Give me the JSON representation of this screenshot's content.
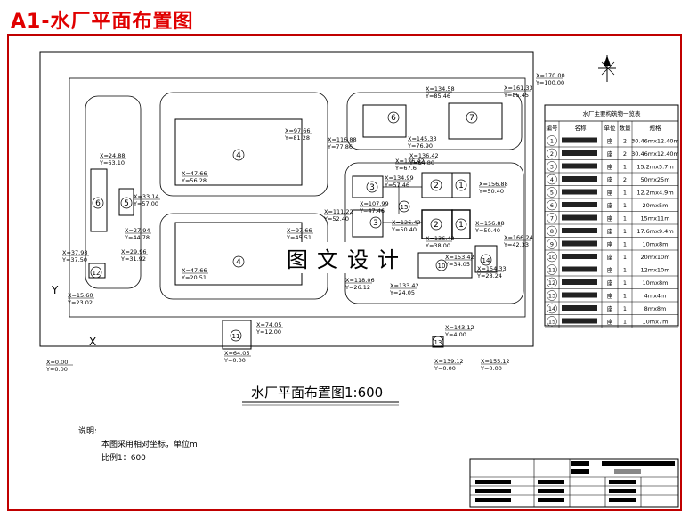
{
  "title": "A1-水厂平面布置图",
  "watermark": "图文设计",
  "drawing_title": "水厂平面布置图1:600",
  "notes": {
    "heading": "说明:",
    "line1": "本图采用相对坐标，单位m",
    "line2": "比例1：600"
  },
  "coords": [
    "X=170.00",
    "Y=100.00",
    "X=134.58",
    "Y=85.46",
    "X=161.33",
    "Y=85.45",
    "X=97.66",
    "Y=81.28",
    "X=116.88",
    "Y=77.86",
    "X=145.33",
    "Y=76.90",
    "X=24.88",
    "Y=63.10",
    "X=47.66",
    "Y=56.28",
    "X=136.42",
    "Y=64.80",
    "X=126.42",
    "Y=67.6",
    "X=134.99",
    "Y=57.46",
    "X=156.88",
    "Y=50.40",
    "X=33.14",
    "Y=57.00",
    "X=107.99",
    "Y=47.46",
    "X=111.22",
    "Y=52.40",
    "X=126.42",
    "Y=50.40",
    "X=156.88",
    "Y=50.40",
    "X=27.94",
    "Y=44.78",
    "X=97.66",
    "Y=45.51",
    "X=136.42",
    "Y=38.00",
    "X=166.24",
    "Y=42.33",
    "X=37.98",
    "Y=37.50",
    "X=29.96",
    "Y=31.92",
    "X=153.42",
    "Y=34.05",
    "X=154.33",
    "Y=28.24",
    "X=47.66",
    "Y=20.51",
    "X=118.06",
    "Y=26.12",
    "X=133.42",
    "Y=24.05",
    "X=15.60",
    "Y=23.02",
    "X=74.05",
    "Y=12.00",
    "X=143.12",
    "Y=4.00",
    "X=64.05",
    "Y=0.00",
    "X=0.00",
    "Y=0.00",
    "X=139.12",
    "Y=0.00",
    "X=155.12",
    "Y=0.00"
  ],
  "units": [
    "4",
    "4",
    "6",
    "7",
    "6",
    "5",
    "3",
    "3",
    "2",
    "2",
    "1",
    "1",
    "12",
    "10",
    "14",
    "15",
    "11",
    "13"
  ],
  "axis_labels": {
    "x": "X",
    "y": "Y"
  },
  "table": {
    "title": "水厂主要构筑物一览表",
    "headers": [
      "编号",
      "名称",
      "单位",
      "数量",
      "规格"
    ],
    "rows": [
      [
        "1",
        "",
        "座",
        "2",
        "30.46mx12.40m"
      ],
      [
        "2",
        "",
        "座",
        "2",
        "30.46mx12.40m"
      ],
      [
        "3",
        "",
        "座",
        "1",
        "15.2mx5.7m"
      ],
      [
        "4",
        "",
        "座",
        "2",
        "50mx25m"
      ],
      [
        "5",
        "",
        "座",
        "1",
        "12.2mx4.9m"
      ],
      [
        "6",
        "",
        "座",
        "1",
        "20mx5m"
      ],
      [
        "7",
        "",
        "座",
        "1",
        "15mx11m"
      ],
      [
        "8",
        "",
        "座",
        "1",
        "17.6mx9.4m"
      ],
      [
        "9",
        "",
        "座",
        "1",
        "10mx8m"
      ],
      [
        "10",
        "",
        "座",
        "1",
        "20mx10m"
      ],
      [
        "11",
        "",
        "座",
        "1",
        "12mx10m"
      ],
      [
        "12",
        "",
        "座",
        "1",
        "10mx8m"
      ],
      [
        "13",
        "",
        "座",
        "1",
        "4mx4m"
      ],
      [
        "14",
        "",
        "座",
        "1",
        "8mx8m"
      ],
      [
        "15",
        "",
        "座",
        "1",
        "10mx7m"
      ]
    ]
  }
}
